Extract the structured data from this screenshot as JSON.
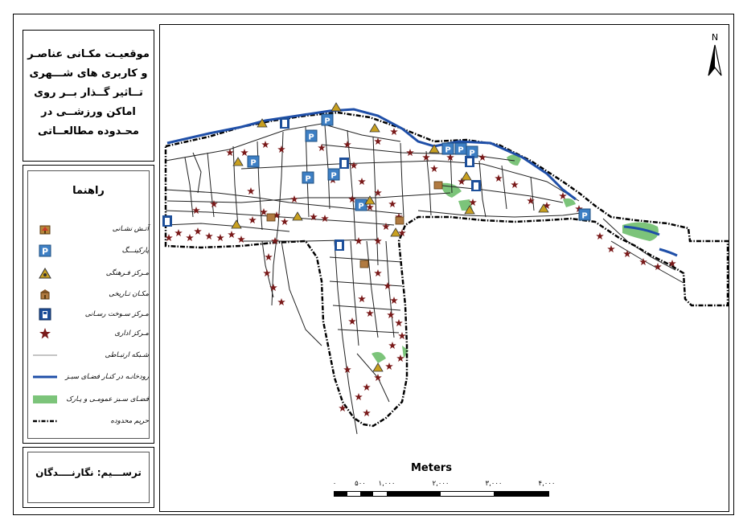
{
  "title": "موقعیـت مکـانی عناصـر\nو کاربری های شـــهری\nتــاثیر گــذار بــر روی\nاماکن ورزشــی در\nمحـدوده مطالعــاتی",
  "legend": {
    "heading": "راهنما",
    "items": [
      {
        "symbol": "fire-station-icon",
        "label": "آتـش نشـانی"
      },
      {
        "symbol": "parking-icon",
        "label": "پارکینـــگ"
      },
      {
        "symbol": "cultural-center-icon",
        "label": "مـرکز فـرهنگی"
      },
      {
        "symbol": "historic-place-icon",
        "label": "مکـان تـاریخی"
      },
      {
        "symbol": "fuel-station-icon",
        "label": "مـرکز سـوخت رسـانی"
      },
      {
        "symbol": "office-center-icon",
        "label": "مـرکز اداری"
      },
      {
        "symbol": "road-network-line",
        "label": "شـبکه ارتبـاطی"
      },
      {
        "symbol": "river-line",
        "label": "رودخانـه در کنـار فضـای سبـز"
      },
      {
        "symbol": "green-space-patch",
        "label": "فضـای سـبز عمومـی و پـارک"
      },
      {
        "symbol": "boundary-line",
        "label": "حریم محدوده"
      }
    ]
  },
  "credit": "ترســـیم: نگارنــــدگان",
  "north_arrow": {
    "letter": "N"
  },
  "scale_bar": {
    "title": "Meters",
    "ticks": [
      "۰",
      "۵۰۰",
      "۱,۰۰۰",
      "۲,۰۰۰",
      "۳,۰۰۰",
      "۴,۰۰۰"
    ]
  },
  "colors": {
    "river": "#1f4fa8",
    "green_space": "#7cc47a",
    "office_star": "#7a1a1a",
    "parking": "#3d7fc4",
    "cultural": "#c8a020",
    "road": "#222222"
  }
}
